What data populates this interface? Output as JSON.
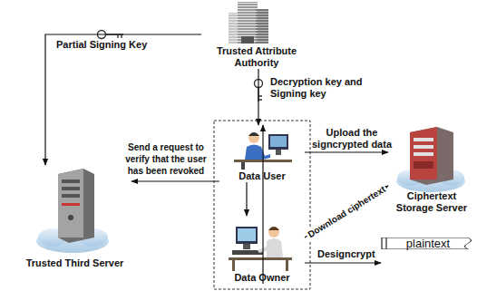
{
  "diagram": {
    "nodes": [
      {
        "text": [
          "Trusted Attribute Authority"
        ]
      },
      {
        "text": [
          "Trusted Third Server"
        ]
      },
      {
        "text": [
          "Data User"
        ]
      },
      {
        "text": [
          "Data Owner"
        ]
      },
      {
        "text": [
          "Ciphertext Storage Server"
        ]
      },
      {
        "text": [
          "plaintext"
        ]
      }
    ],
    "edges": [
      {
        "from": 0,
        "to": 1,
        "label": "Partial Signing Key",
        "arrow": "to"
      },
      {
        "from": 0,
        "to": 2,
        "label": "Decryption key and Signing key",
        "arrow": "to"
      },
      {
        "from": 2,
        "to": 4,
        "label": "Upload the signcrypted data",
        "arrow": "to"
      },
      {
        "from": 2,
        "to": 3,
        "arrow": "to"
      },
      {
        "from": 3,
        "to": 2,
        "arrow": "to"
      },
      {
        "from": 2,
        "to": 1,
        "label": "Send a request to verify that the user has been revoked",
        "arrow": "to"
      },
      {
        "from": 3,
        "to": 4,
        "label": "Download ciphertext",
        "arrow": "to"
      },
      {
        "from": 3,
        "to": 5,
        "label": "Designcrypt",
        "arrow": "to"
      }
    ]
  }
}
